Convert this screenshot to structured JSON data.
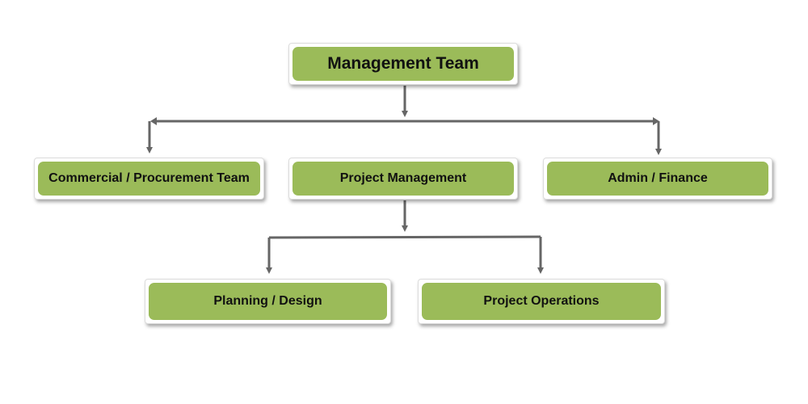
{
  "diagram": {
    "colors": {
      "box_fill": "#9bbb59",
      "connector": "#666666",
      "text": "#111111"
    },
    "nodes": {
      "management_team": "Management Team",
      "commercial_procurement": "Commercial / Procurement Team",
      "project_management": "Project Management",
      "admin_finance": "Admin / Finance",
      "planning_design": "Planning / Design",
      "project_operations": "Project Operations"
    }
  }
}
